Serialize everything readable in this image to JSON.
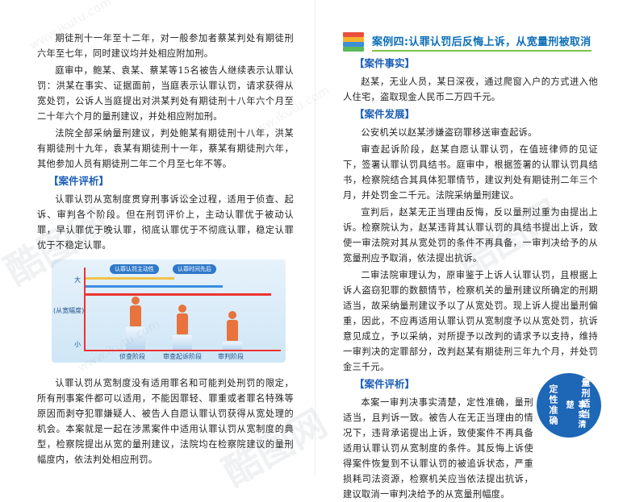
{
  "left": {
    "p1": "期徒刑十一年至十二年，对一般参加者蔡某判处有期徒刑六年至七年，同时建议均并处相应附加刑。",
    "p2": "庭审中，鲍某、袁某、蔡某等15名被告人继续表示认罪认罚：洪某在事实、证据面前，当庭表示认罪认罚，请求获得从宽处罚，公诉人当庭提出对洪某判处有期徒刑十八年六个月至二十年六个月的量刑建议，并处相应附加刑。",
    "p3": "法院全部采纳量刑建议，判处鲍某有期徒刑十八年，洪某有期徒刑十九年，袁某有期徒刑十一年，蔡某有期徒刑六年，其他参加人员有期徒刑二年二个月至七年不等。",
    "section_review": "【案件评析】",
    "p4": "认罪认罚从宽制度贯穿刑事诉讼全过程，适用于侦查、起诉、审判各个阶段。但在刑罚评价上，主动认罪优于被动认罪，早认罪优于晚认罪，彻底认罪优于不彻底认罪，稳定认罪优于不稳定认罪。",
    "p5": "认罪认罚从宽制度没有适用罪名和可能判处刑罚的限定，所有刑事案件都可以适用，不能因罪轻、罪重或者罪名特殊等原因而剥夺犯罪嫌疑人、被告人自愿认罪认罚获得从宽处理的机会。本案就是一起在涉黑案件中适用认罪认罚从宽制度的典型，检察院提出从宽的量刑建议，法院均在检察院建议的量刑幅度内，依法判处相应刑罚。"
  },
  "chart": {
    "tag1": "认罪认罚主动性",
    "tag2": "认罪时间先后",
    "y_top": "大",
    "y_mid": "(从宽幅度)",
    "y_bottom": "小",
    "stages": [
      "侦查阶段",
      "审查起诉阶段",
      "审判阶段"
    ],
    "leniency_levels": [
      "high",
      "medium",
      "low"
    ]
  },
  "right": {
    "case_title": "案例四:认罪认罚后反悔上诉，从宽量刑被取消",
    "section_facts": "【案件事实】",
    "p1": "赵某，无业人员，某日深夜，通过爬窗入户的方式进入他人住宅，盗取现金人民币二万四千元。",
    "section_development": "【案件发展】",
    "p2": "公安机关以赵某涉嫌盗窃罪移送审查起诉。",
    "p3": "审查起诉阶段，赵某自愿认罪认罚，在值班律师的见证下，签署认罪认罚具结书。庭审中，根据签署的认罪认罚具结书，检察院结合其具体犯罪情节，建议判处有期徒刑二年三个月，并处罚金二千元。法院采纳量刑建议。",
    "p4": "宣判后，赵某无正当理由反悔，反以量刑过重为由提出上诉。检察院认为，赵某违背其认罪认罚的具结书提出上诉，致使一审法院对其从宽处罚的条件不再具备，一审判决给予的从宽量刑应予取消，依法提出抗诉。",
    "p5": "二审法院审理认为，原审鉴于上诉人认罪认罚，且根据上诉人盗窃犯罪的数额情节，检察机关的量刑建议所确定的刑期适当，故采纳量刑建议予以了从宽处罚。现上诉人提出量刑偏重，因此，不应再适用认罪认罚从宽制度予以从宽处罚，抗诉意见成立，予以采纳，对所提予以改判的请求予以支持，维持一审判决的定罪部分，改判赵某有期徒刑三年九个月，并处罚金三千元。",
    "section_review": "【案件评析】",
    "p6": "本案一审判决事实清楚，定性准确，量刑适当，且判诉一致。被告人在无正当理由的情况下，违背承诺提出上诉，致使案件不再具备适用认罪认罚从宽制度的条件。其反悔上诉使得案件恢复到不认罪认罚的被追诉状态，严重损耗司法资源，检察机关应当依法提出抗诉，建议取消一审判决给予的从宽量刑幅度。"
  },
  "badge": {
    "col1": "定性准确",
    "col2": "量刑适当",
    "col3": "事实清楚"
  },
  "watermark": {
    "url": "www.ikutu.com",
    "brand": "酷图网"
  }
}
